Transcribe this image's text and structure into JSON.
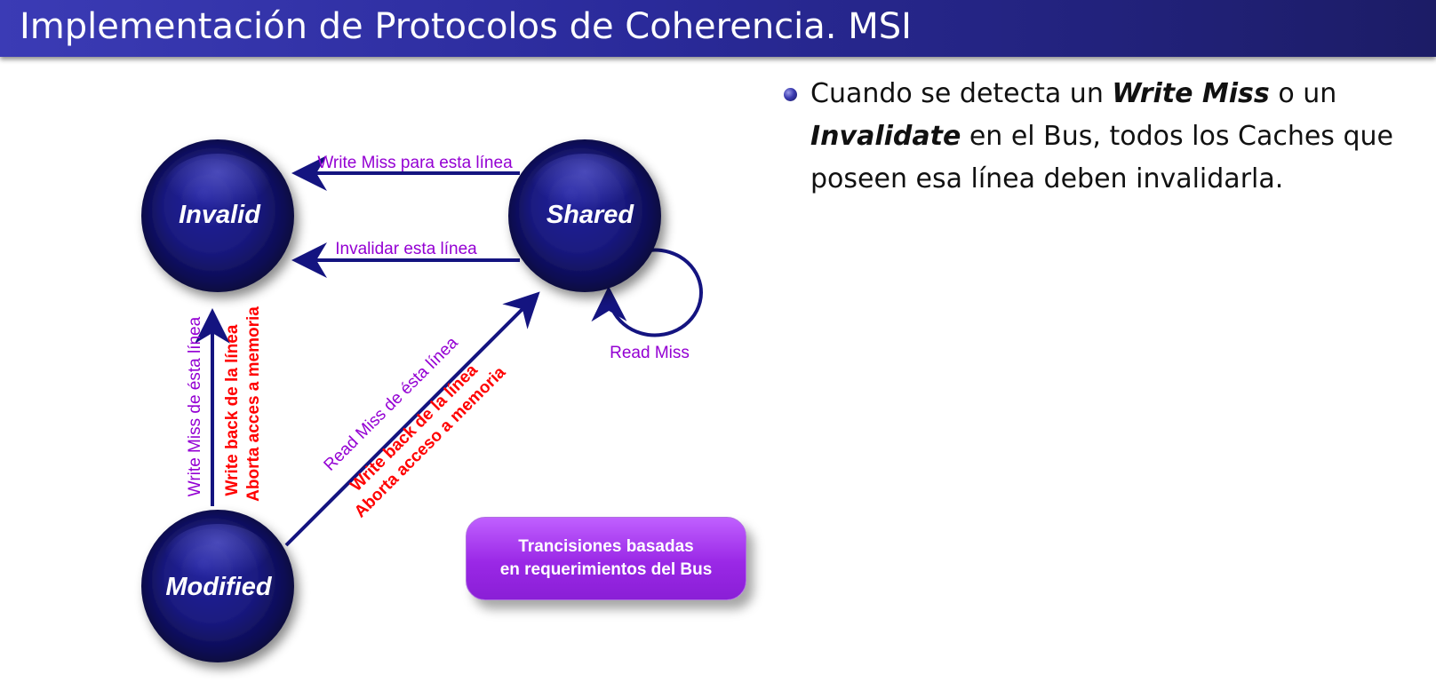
{
  "header": {
    "title": "Implementación de Protocolos de Coherencia. MSI"
  },
  "diagram": {
    "states": {
      "invalid": "Invalid",
      "shared": "Shared",
      "modified": "Modified"
    },
    "transitions": {
      "shared_to_invalid_write_miss": "Write Miss para esta línea",
      "shared_to_invalid_invalidate": "Invalidar esta línea",
      "shared_self_read_miss": "Read Miss",
      "modified_to_invalid_write_miss": "Write Miss de ésta línea",
      "modified_to_invalid_action_1": "Write  back de la línea",
      "modified_to_invalid_action_2": "Aborta acces a memoria",
      "modified_to_shared_read_miss": "Read Miss de ésta línea",
      "modified_to_shared_action_1": "Write back de la línea",
      "modified_to_shared_action_2": "Aborta acceso a memoria"
    },
    "legend": {
      "line1": "Trancisiones basadas",
      "line2": "en requerimientos del Bus"
    },
    "colors": {
      "state_fill": "#1a1a80",
      "arrow": "#141480",
      "bus_label": "#9400d3",
      "action_label": "#ff0000",
      "legend_fill": "#a030ee"
    }
  },
  "bullet": {
    "part1": "Cuando se detecta un ",
    "term1": "Write Miss",
    "part2": " o un ",
    "term2": "Invalidate",
    "part3": " en el Bus, todos los Caches que poseen esa línea deben invalidarla."
  }
}
